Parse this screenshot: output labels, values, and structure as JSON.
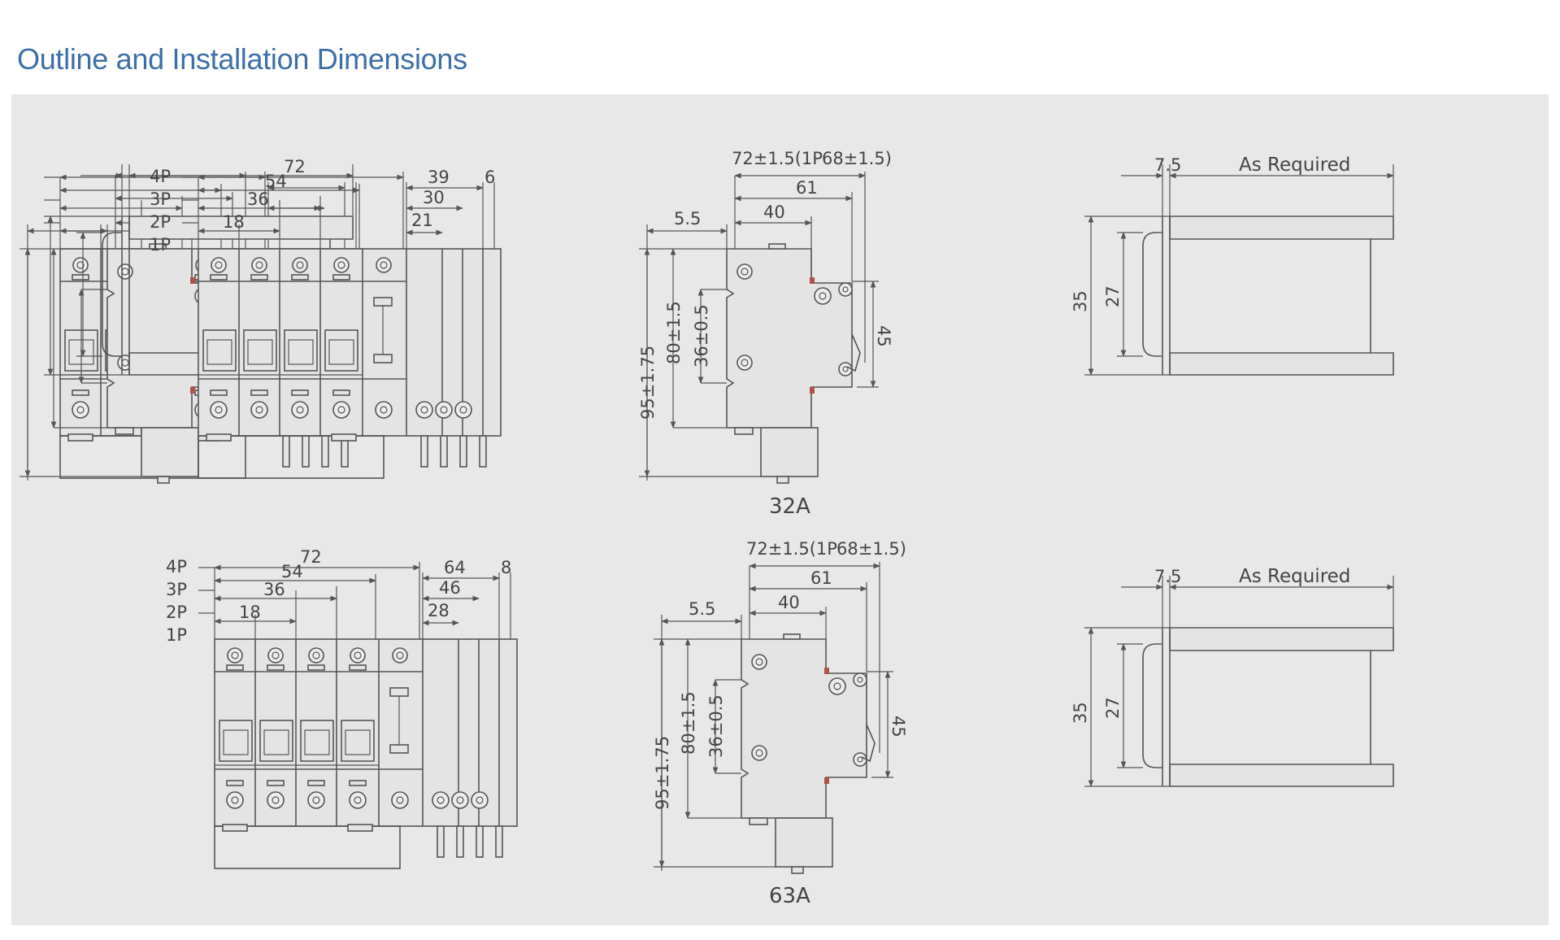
{
  "page": {
    "title": "Outline and Installation Dimensions"
  },
  "colors": {
    "title": "#3d6fa6",
    "panel_bg": "#e8e8e8",
    "line": "#555555",
    "terminal_mark": "#b0524a"
  },
  "rows": [
    {
      "front_view": {
        "pole_labels": [
          "4P",
          "3P",
          "2P",
          "1P"
        ],
        "dims": {
          "w4p": "72",
          "w3p": "54",
          "w2p": "36",
          "w1p": "18",
          "aux1": "39",
          "aux2": "30",
          "aux3": "21",
          "aux4": "6"
        }
      },
      "side_view": {
        "top_dim": "72±1.5(1P",
        "top_dim2": "68±1.5)",
        "d61": "61",
        "d40": "40",
        "d55": "5.5",
        "h95": "95±1.75",
        "h80": "80±1.5",
        "h36": "36±0.5",
        "h45": "45",
        "caption": "32A"
      },
      "rail_view": {
        "w75": "7.5",
        "as_required": "As Required",
        "h35": "35",
        "h27": "27"
      }
    },
    {
      "front_view": {
        "pole_labels": [
          "4P",
          "3P",
          "2P",
          "1P"
        ],
        "dims": {
          "w4p": "72",
          "w3p": "54",
          "w2p": "36",
          "w1p": "18",
          "aux1": "64",
          "aux2": "46",
          "aux3": "28",
          "aux4": "8"
        }
      },
      "side_view": {
        "top_dim": "72±1.5(1P",
        "top_dim2": "68±1.5)",
        "d61": "61",
        "d40": "40",
        "d55": "5.5",
        "h95": "95±1.75",
        "h80": "80±1.5",
        "h36": "36±0.5",
        "h45": "45",
        "caption": "63A"
      },
      "rail_view": {
        "w75": "7.5",
        "as_required": "As Required",
        "h35": "35",
        "h27": "27"
      }
    }
  ]
}
